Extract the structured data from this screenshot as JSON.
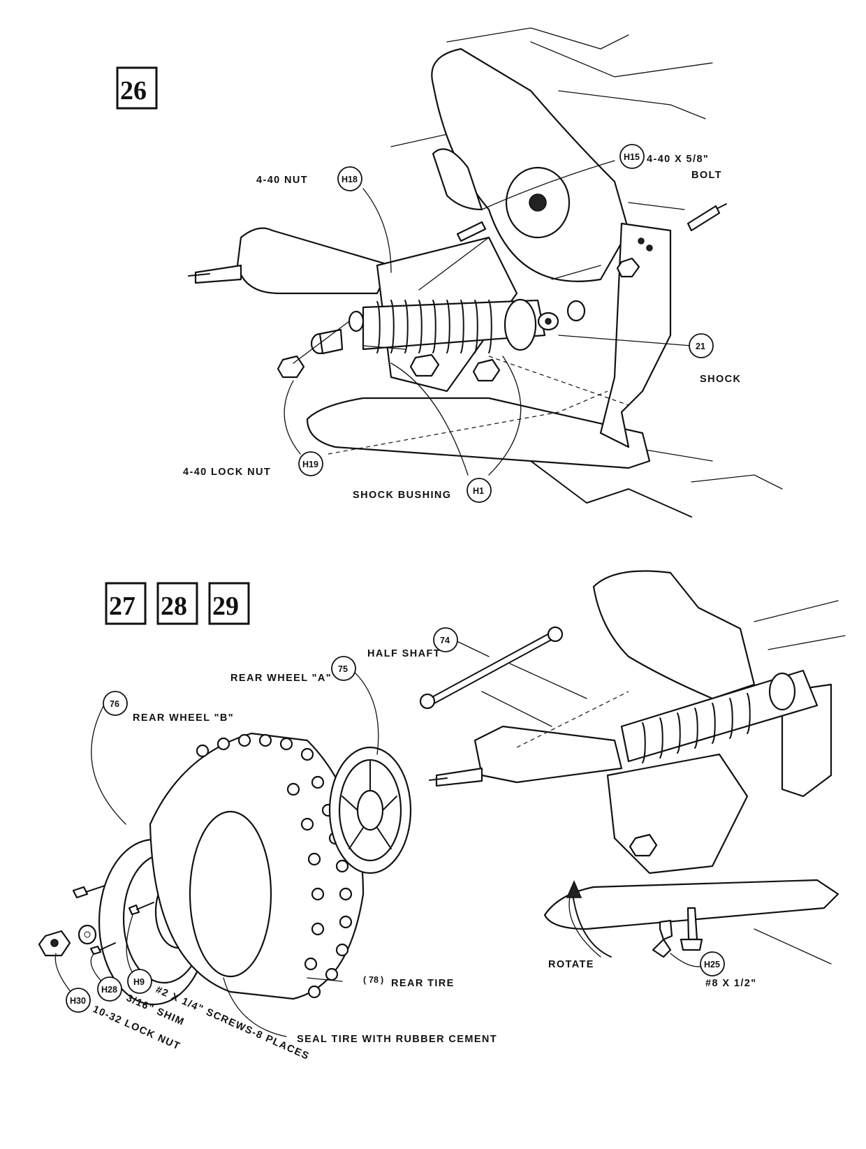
{
  "steps": {
    "top": [
      "26"
    ],
    "bottom": [
      "27",
      "28",
      "29"
    ]
  },
  "step26": {
    "labels": {
      "nut": "4-40 NUT",
      "bolt_size": "4-40 X 5/8\"",
      "bolt": "BOLT",
      "shock": "SHOCK",
      "lock_nut": "4-40 LOCK NUT",
      "shock_bushing": "SHOCK BUSHING"
    },
    "callouts": {
      "h15": "H15",
      "h18": "H18",
      "p21": "21",
      "h19": "H19",
      "h1": "H1"
    }
  },
  "step27": {
    "labels": {
      "half_shaft": "HALF SHAFT",
      "rear_wheel_a": "REAR WHEEL \"A\"",
      "rear_wheel_b": "REAR WHEEL \"B\"",
      "rear_tire": "REAR TIRE",
      "seal_tire": "SEAL TIRE WITH RUBBER CEMENT",
      "rotate": "ROTATE",
      "screw_size": "#8 X 1/2\"",
      "screws_h9": "#2 X 1/4\" SCREWS-8 PLACES",
      "shim": "3/16\" SHIM",
      "lock_nut": "10-32 LOCK NUT"
    },
    "callouts": {
      "p74": "74",
      "p75a": "75",
      "p76": "76",
      "p78": "78",
      "h25": "H25",
      "h9": "H9",
      "h28": "H28",
      "h30": "H30"
    }
  }
}
